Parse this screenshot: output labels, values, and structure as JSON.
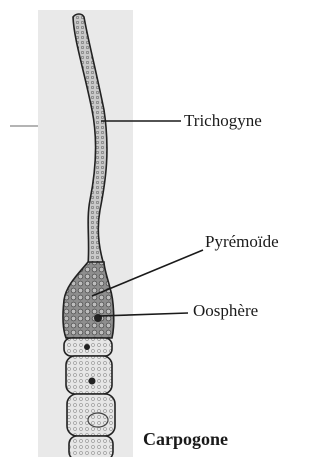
{
  "figure": {
    "labels": {
      "trichogyne": "Trichogyne",
      "pyremoide": "Pyrémoïde",
      "oosphere": "Oosphère"
    },
    "caption": "Carpogone"
  },
  "colors": {
    "panel": "#e9e9e9",
    "stroke": "#222222",
    "cell_fill": "#dcdcdc",
    "dense_fill": "#9a9a9a",
    "rule": "#9b9b9b"
  }
}
